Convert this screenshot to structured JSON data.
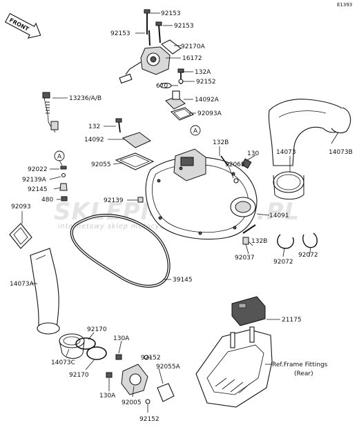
{
  "diagram_code": "E1393",
  "front_arrow": "FRONT",
  "watermark": {
    "brand": "SKLEPMOTO24.PL",
    "tagline": "internetowy sklep motocyklowy"
  },
  "callout_letter": "A",
  "labels": {
    "p92153a": "92153",
    "p92153b": "92153",
    "p92153c": "92153",
    "p92170a": "92170A",
    "p16172": "16172",
    "p132a": "132A",
    "p670": "670",
    "p92152a": "92152",
    "p14092a": "14092A",
    "p92093a": "92093A",
    "p13236": "13236/A/B",
    "p132": "132",
    "p14092": "14092",
    "p92055": "92055",
    "p132b": "132B",
    "p130": "130",
    "p92065": "92065",
    "p14073": "14073",
    "p14073b": "14073B",
    "p92022": "92022",
    "p92139a": "92139A",
    "p92145": "92145",
    "p480": "480",
    "p92139": "92139",
    "p14091": "14091",
    "p132b2": "132B",
    "p92037": "92037",
    "p92072a": "92072",
    "p92072b": "92072",
    "p92093": "92093",
    "p39145": "39145",
    "p14073a": "14073A",
    "p21175": "21175",
    "pref": "Ref.Frame Fittings",
    "prefrear": "(Rear)",
    "p92170b": "92170",
    "p130a1": "130A",
    "p92152b": "92152",
    "p92055a": "92055A",
    "p14073c": "14073C",
    "p92170c": "92170",
    "p130a2": "130A",
    "p92005": "92005",
    "p92152c": "92152"
  }
}
